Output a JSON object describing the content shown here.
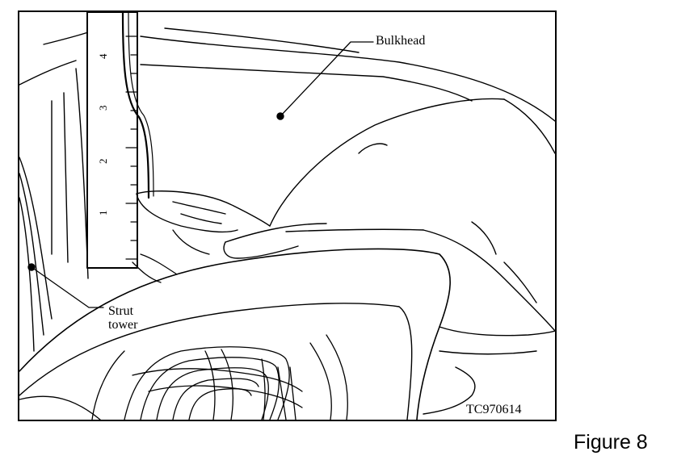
{
  "callouts": {
    "bulkhead": "Bulkhead",
    "strut_line1": "Strut",
    "strut_line2": "tower"
  },
  "ruler": {
    "ticks": [
      "1",
      "2",
      "3",
      "4"
    ]
  },
  "image_code": "TC970614",
  "figure_label": "Figure 8"
}
